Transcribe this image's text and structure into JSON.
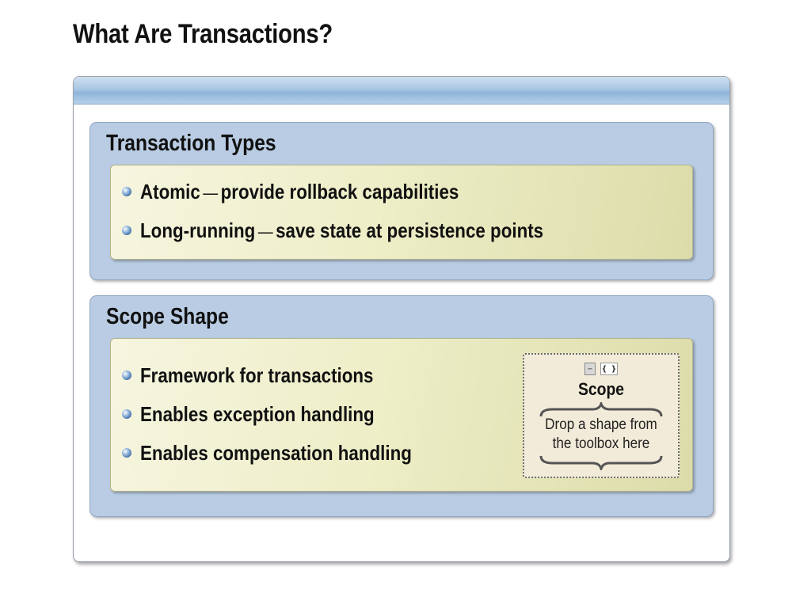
{
  "slide": {
    "title": "What Are Transactions?"
  },
  "transaction_types": {
    "heading": "Transaction Types",
    "items": [
      {
        "term": "Atomic",
        "separator": "—",
        "description": "provide rollback capabilities"
      },
      {
        "term": "Long-running",
        "separator": "—",
        "description": "save state at persistence points"
      }
    ]
  },
  "scope_shape": {
    "heading": "Scope Shape",
    "items": [
      "Framework for transactions",
      "Enables exception handling",
      "Enables compensation handling"
    ],
    "designer_shape": {
      "collapse_glyph": "−",
      "icon_glyph": "{ }",
      "label": "Scope",
      "hint": "Drop a shape from the toolbox here"
    }
  },
  "colors": {
    "panel_blue": "#b9cce3",
    "inner_yellow": "#eeeec8",
    "scope_fill": "#f3ebd9"
  }
}
